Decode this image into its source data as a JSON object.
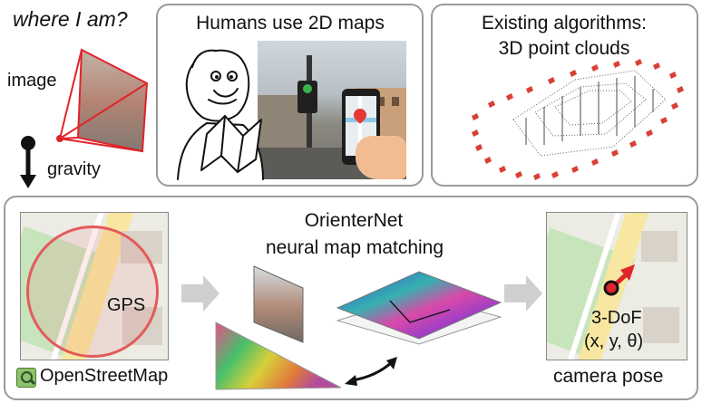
{
  "question": {
    "text": "where I am?"
  },
  "camera": {
    "image_label": "image",
    "gravity_label": "gravity"
  },
  "humans_panel": {
    "title": "Humans use 2D maps"
  },
  "algorithms_panel": {
    "title_line1": "Existing algorithms:",
    "title_line2": "3D point clouds"
  },
  "bottom_panel": {
    "gps_label": "GPS",
    "osm_label": "OpenStreetMap",
    "method_title_line1": "OrienterNet",
    "method_title_line2": "neural map matching",
    "pose_dof": "3-DoF",
    "pose_vars": "(x, y, θ)",
    "pose_label": "camera pose"
  },
  "colors": {
    "accent_red": "#e0242a",
    "panel_border": "#9a9a9a",
    "arrow_gray": "#cfcfcf"
  }
}
